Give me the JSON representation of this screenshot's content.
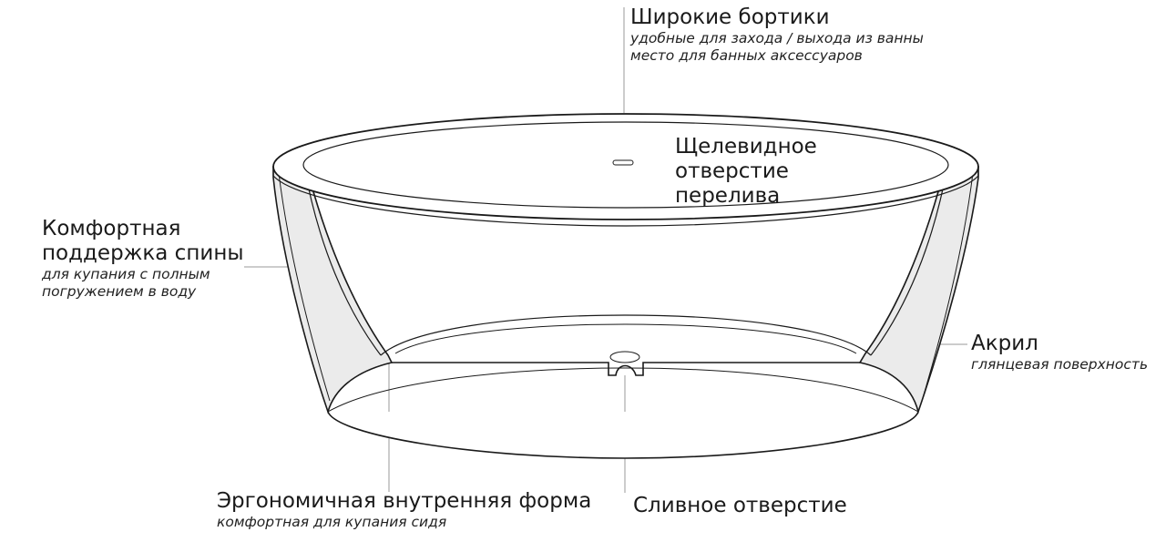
{
  "labels": {
    "wide_rims": {
      "title": "Широкие бортики",
      "sub": [
        "удобные для захода / выхода из ванны",
        "место для банных аксессуаров"
      ]
    },
    "overflow": {
      "title": [
        "Щелевидное",
        "отверстие",
        "перелива"
      ]
    },
    "back_support": {
      "title": [
        "Комфортная",
        "поддержка спины"
      ],
      "sub": [
        "для купания с полным",
        "погружением в воду"
      ]
    },
    "acrylic": {
      "title": "Акрил",
      "sub": "глянцевая поверхность"
    },
    "ergonomic": {
      "title": "Эргономичная внутренняя форма",
      "sub": "комфортная для купания сидя"
    },
    "drain": {
      "title": "Сливное отверстие"
    }
  },
  "colors": {
    "stroke": "#1a1a1a",
    "leader": "#9a9a9a",
    "section_fill": "#ebebeb",
    "background": "#ffffff"
  }
}
